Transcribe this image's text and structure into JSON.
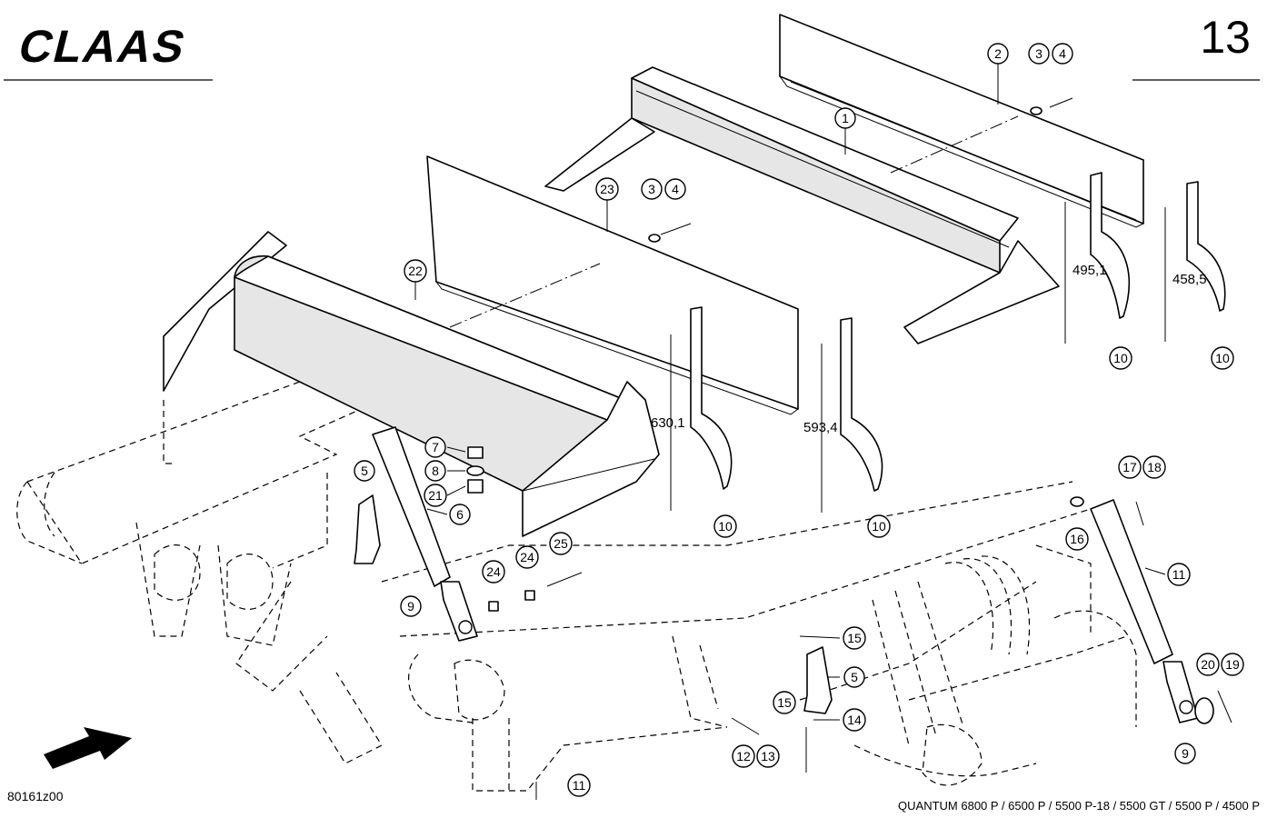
{
  "header": {
    "brand": "CLAAS",
    "page_number": "13"
  },
  "footer": {
    "drawing_id": "80161z00",
    "models": "QUANTUM 6800 P / 6500 P / 5500 P-18 / 5500 GT / 5500 P / 4500 P"
  },
  "dimensions": {
    "d1": "495,1",
    "d2": "458,5",
    "d3": "630,1",
    "d4": "593,4"
  },
  "callouts": {
    "c1": "1",
    "c2": "2",
    "c3a": "3",
    "c4a": "4",
    "c3b": "3",
    "c4b": "4",
    "c23": "23",
    "c22": "22",
    "c10a": "10",
    "c10b": "10",
    "c10c": "10",
    "c10d": "10",
    "c7": "7",
    "c8": "8",
    "c21": "21",
    "c6": "6",
    "c5a": "5",
    "c9a": "9",
    "c24a": "24",
    "c24b": "24",
    "c25": "25",
    "c17": "17",
    "c18": "18",
    "c16": "16",
    "c11a": "11",
    "c15a": "15",
    "c5b": "5",
    "c15b": "15",
    "c14": "14",
    "c12": "12",
    "c13": "13",
    "c20": "20",
    "c19": "19",
    "c9b": "9",
    "c11b": "11"
  }
}
